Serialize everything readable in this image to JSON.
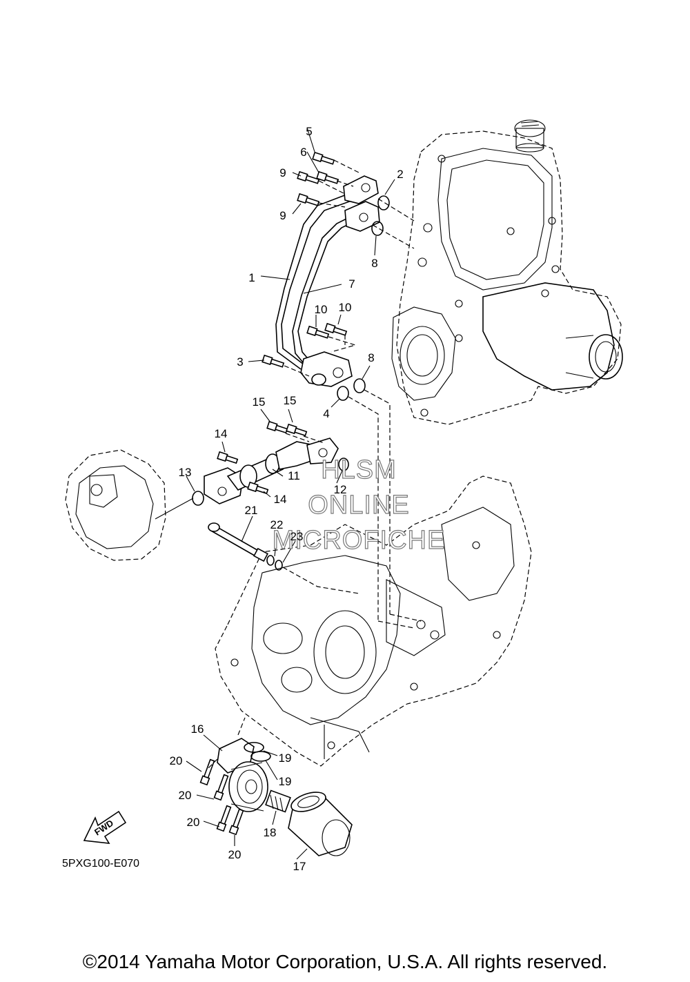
{
  "diagram": {
    "part_labels": {
      "l1": "1",
      "l2": "2",
      "l3": "3",
      "l4": "4",
      "l5": "5",
      "l6": "6",
      "l7": "7",
      "l8a": "8",
      "l8b": "8",
      "l9a": "9",
      "l9b": "9",
      "l10a": "10",
      "l10b": "10",
      "l11": "11",
      "l12": "12",
      "l13": "13",
      "l14a": "14",
      "l14b": "14",
      "l15a": "15",
      "l15b": "15",
      "l16": "16",
      "l17": "17",
      "l18": "18",
      "l19a": "19",
      "l19b": "19",
      "l20a": "20",
      "l20b": "20",
      "l20c": "20",
      "l20d": "20",
      "l21": "21",
      "l22": "22",
      "l23": "23"
    },
    "fwd_label": "FWD",
    "diagram_code": "5PXG100-E070",
    "watermark": {
      "line1": "HLSM",
      "line2": "ONLINE",
      "line3": "MICROFICHE"
    },
    "copyright": "©2014 Yamaha Motor Corporation, U.S.A. All rights reserved."
  }
}
